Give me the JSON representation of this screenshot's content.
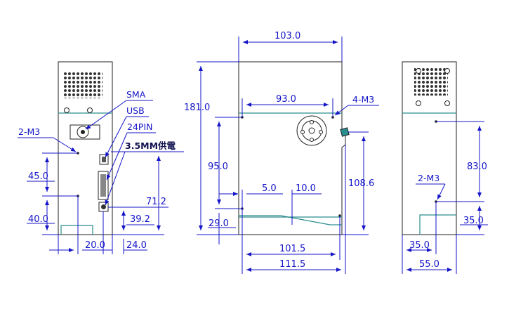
{
  "front_view": {
    "labels": {
      "sma": "SMA",
      "usb": "USB",
      "pin24": "24PIN",
      "power": "3.5MM供電",
      "holes": "2-M3"
    },
    "dims": {
      "d45": "45.0",
      "d40": "40.0",
      "d20": "20.0",
      "d24": "24.0",
      "d392": "39.2",
      "d712": "71.2"
    }
  },
  "side_view": {
    "labels": {
      "holes": "4-M3"
    },
    "dims": {
      "d103": "103.0",
      "d181": "181.0",
      "d93": "93.0",
      "d95": "95.0",
      "d5": "5.0",
      "d10": "10.0",
      "d1086": "108.6",
      "d29": "29.0",
      "d1015": "101.5",
      "d1115": "111.5"
    }
  },
  "back_view": {
    "labels": {
      "holes": "2-M3"
    },
    "dims": {
      "d83": "83.0",
      "d35v": "35.0",
      "d35h": "35.0",
      "d55": "55.0"
    }
  }
}
